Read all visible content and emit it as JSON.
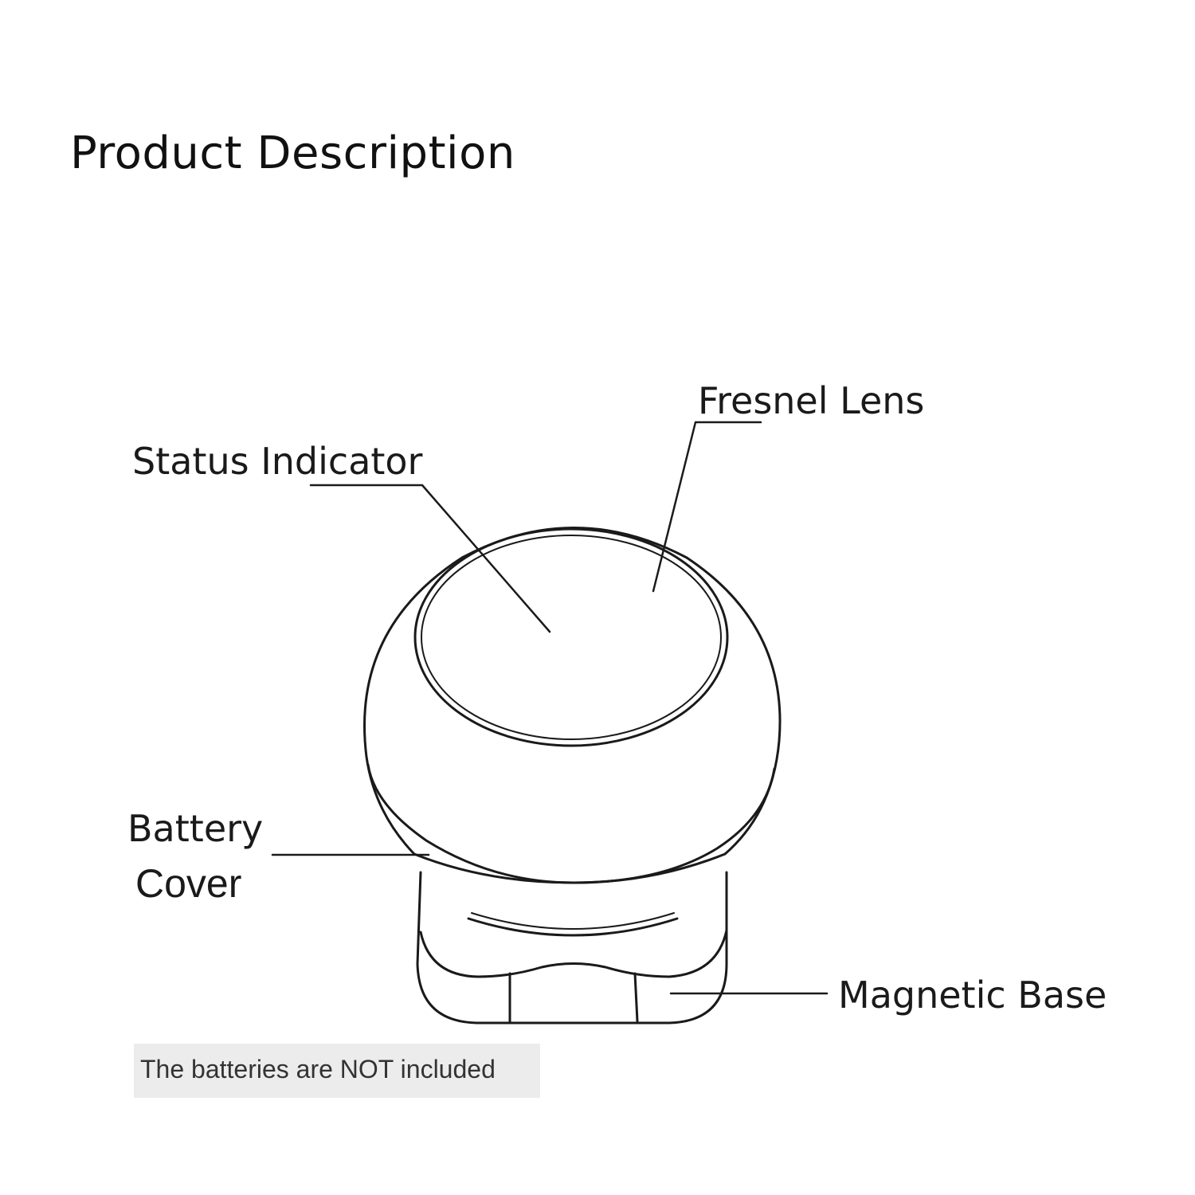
{
  "title": "Product Description",
  "labels": {
    "fresnel_lens": "Fresnel Lens",
    "status_indicator": "Status Indicator",
    "battery_cover_line1": "Battery",
    "battery_cover_line2": "Cover",
    "magnetic_base": "Magnetic Base"
  },
  "note": "The batteries are NOT included",
  "colors": {
    "line": "#1a1a1a",
    "note_background": "#ececec"
  }
}
